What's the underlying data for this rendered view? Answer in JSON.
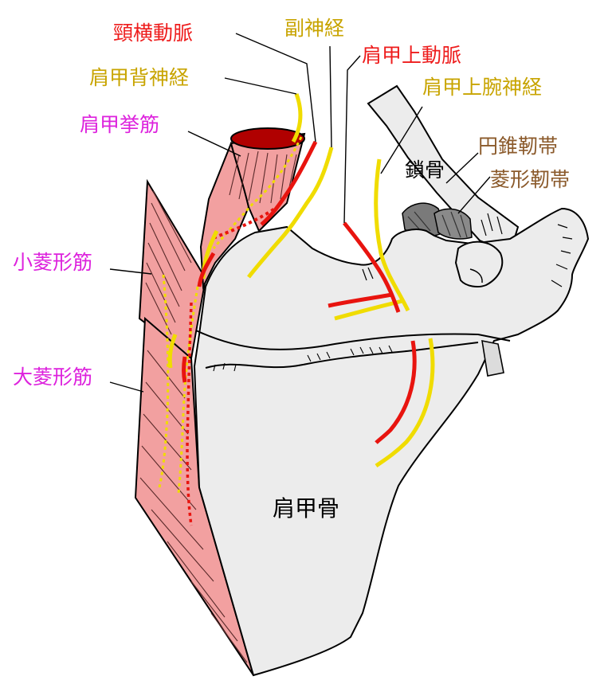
{
  "colors": {
    "red": "#ee1c1c",
    "yellow": "#c8a400",
    "magenta": "#dd22dd",
    "brown": "#8b5a2b",
    "black": "#000000",
    "muscle": "#f2a0a0",
    "bone": "#ececec",
    "nerve": "#f0dc00",
    "artery": "#e8140f"
  },
  "labels": {
    "transverse_cervical_artery": "頸横動脈",
    "accessory_nerve": "副神経",
    "suprascapular_artery": "肩甲上動脈",
    "dorsal_scapular_nerve": "肩甲背神経",
    "suprascapular_nerve": "肩甲上腕神経",
    "levator_scapulae": "肩甲挙筋",
    "conoid_ligament": "円錐靭帯",
    "clavicle": "鎖骨",
    "trapezoid_ligament": "菱形靭帯",
    "rhomboid_minor": "小菱形筋",
    "rhomboid_major": "大菱形筋",
    "scapula": "肩甲骨"
  }
}
